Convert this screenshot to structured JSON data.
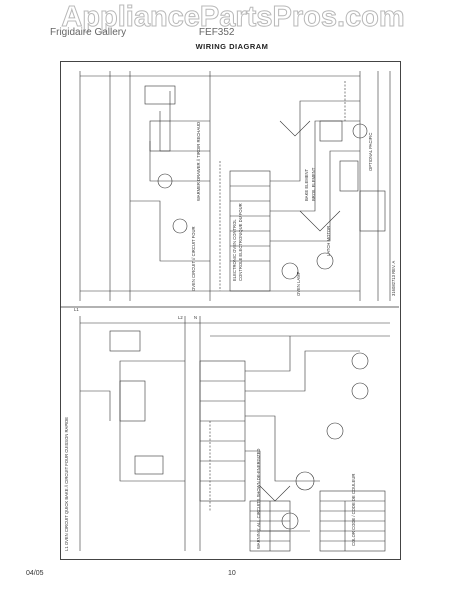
{
  "watermark": {
    "text": "AppliancePartsPros.com"
  },
  "header": {
    "sub_left": "Frigidaire Gallery",
    "sub_right": "FEF352"
  },
  "title": "WIRING DIAGRAM",
  "footer": {
    "date": "04/05",
    "page": "10"
  },
  "diagram": {
    "top_section_title": "OVEN CIRCUIT // CIRCUIT FOUR",
    "top_section_title2": "WARMER DRAWER // TIROIR RECHAUD",
    "bottom_section_title": "L1  OVEN CIRCUIT QUICK BAKE // CIRCUIT FOUR CUISSON RAPIDE",
    "line_labels": {
      "L1": "L1",
      "L2": "L2",
      "N": "N"
    },
    "eoc_label": "ELECTRONIC OVEN CONTROL",
    "eoc_label_fr": "CONTROLE ELECTRONIQUE DU FOUR",
    "bake_element": "BAKE ELEMENT",
    "broil_element": "BROIL ELEMENT",
    "door_latch": "LATCH MOTOR",
    "oven_light": "OVEN LAMP",
    "optional_pacific": "OPTIONAL PACIFIC",
    "color_code": "COLOR CODE / CODE DE COULEUR",
    "warning_note": "WARNING: ALL CIRCUITS SHOWN DE-ENERGIZED",
    "rev": "316082713 REV. A"
  }
}
